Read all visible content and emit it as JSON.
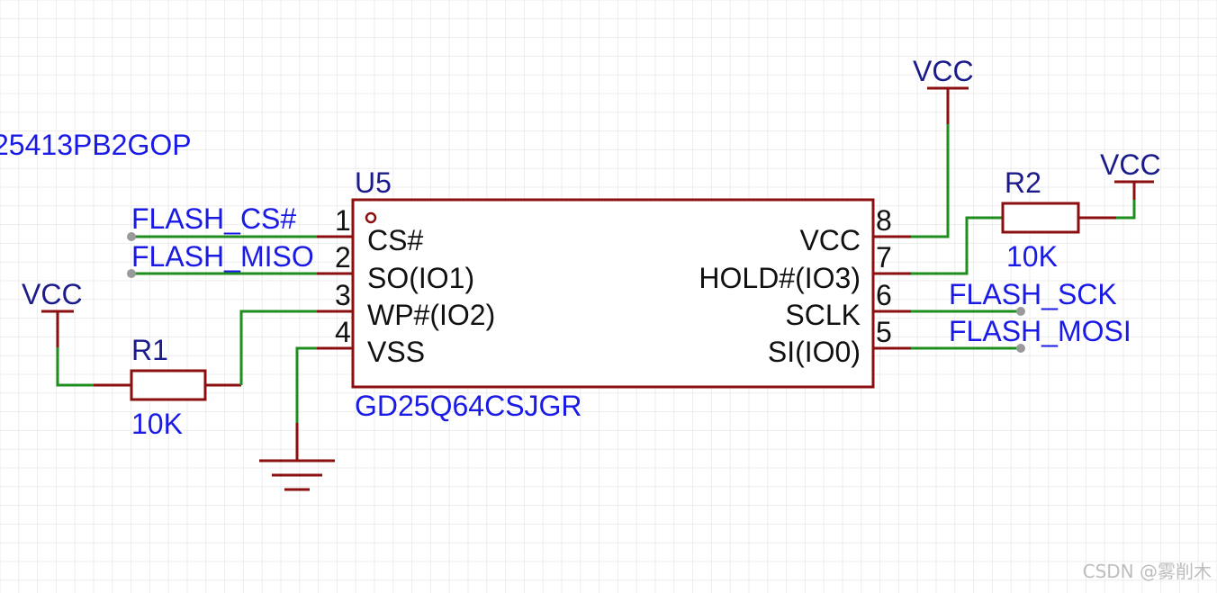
{
  "colors": {
    "net_label": "#1a1ae6",
    "power_label": "#1b1b8c",
    "wire": "#1e8f1e",
    "component": "#8b0f0f",
    "pin_text": "#111111",
    "watermark": "#bdbdbd"
  },
  "partial_label": "25413PB2GOP",
  "u5": {
    "designator": "U5",
    "part_number": "GD25Q64CSJGR",
    "pins_left": [
      {
        "num": "1",
        "name": "CS#"
      },
      {
        "num": "2",
        "name": "SO(IO1)"
      },
      {
        "num": "3",
        "name": "WP#(IO2)"
      },
      {
        "num": "4",
        "name": "VSS"
      }
    ],
    "pins_right": [
      {
        "num": "8",
        "name": "VCC"
      },
      {
        "num": "7",
        "name": "HOLD#(IO3)"
      },
      {
        "num": "6",
        "name": "SCLK"
      },
      {
        "num": "5",
        "name": "SI(IO0)"
      }
    ]
  },
  "net_labels": {
    "cs": "FLASH_CS#",
    "miso": "FLASH_MISO",
    "sck": "FLASH_SCK",
    "mosi": "FLASH_MOSI"
  },
  "r1": {
    "designator": "R1",
    "value": "10K"
  },
  "r2": {
    "designator": "R2",
    "value": "10K"
  },
  "power": {
    "vcc_left": "VCC",
    "vcc_top": "VCC",
    "vcc_right": "VCC"
  },
  "watermark": "CSDN @雾削木"
}
